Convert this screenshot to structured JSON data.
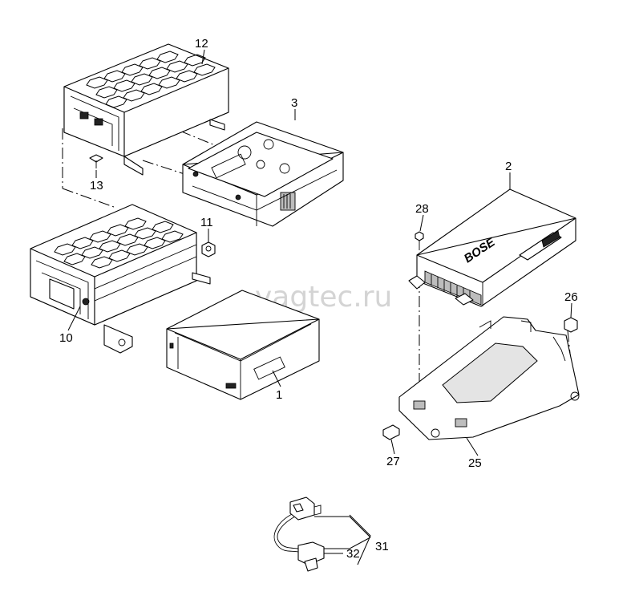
{
  "watermark": "vagtec.ru",
  "callouts": {
    "p1": "1",
    "p2": "2",
    "p3": "3",
    "p10": "10",
    "p11": "11",
    "p12": "12",
    "p13": "13",
    "p25": "25",
    "p26": "26",
    "p27": "27",
    "p28": "28",
    "p31": "31",
    "p32": "32"
  },
  "amplifier_logo": "BOSE",
  "colors": {
    "line": "#000000",
    "background": "#ffffff",
    "watermark": "#d4d4d4"
  }
}
